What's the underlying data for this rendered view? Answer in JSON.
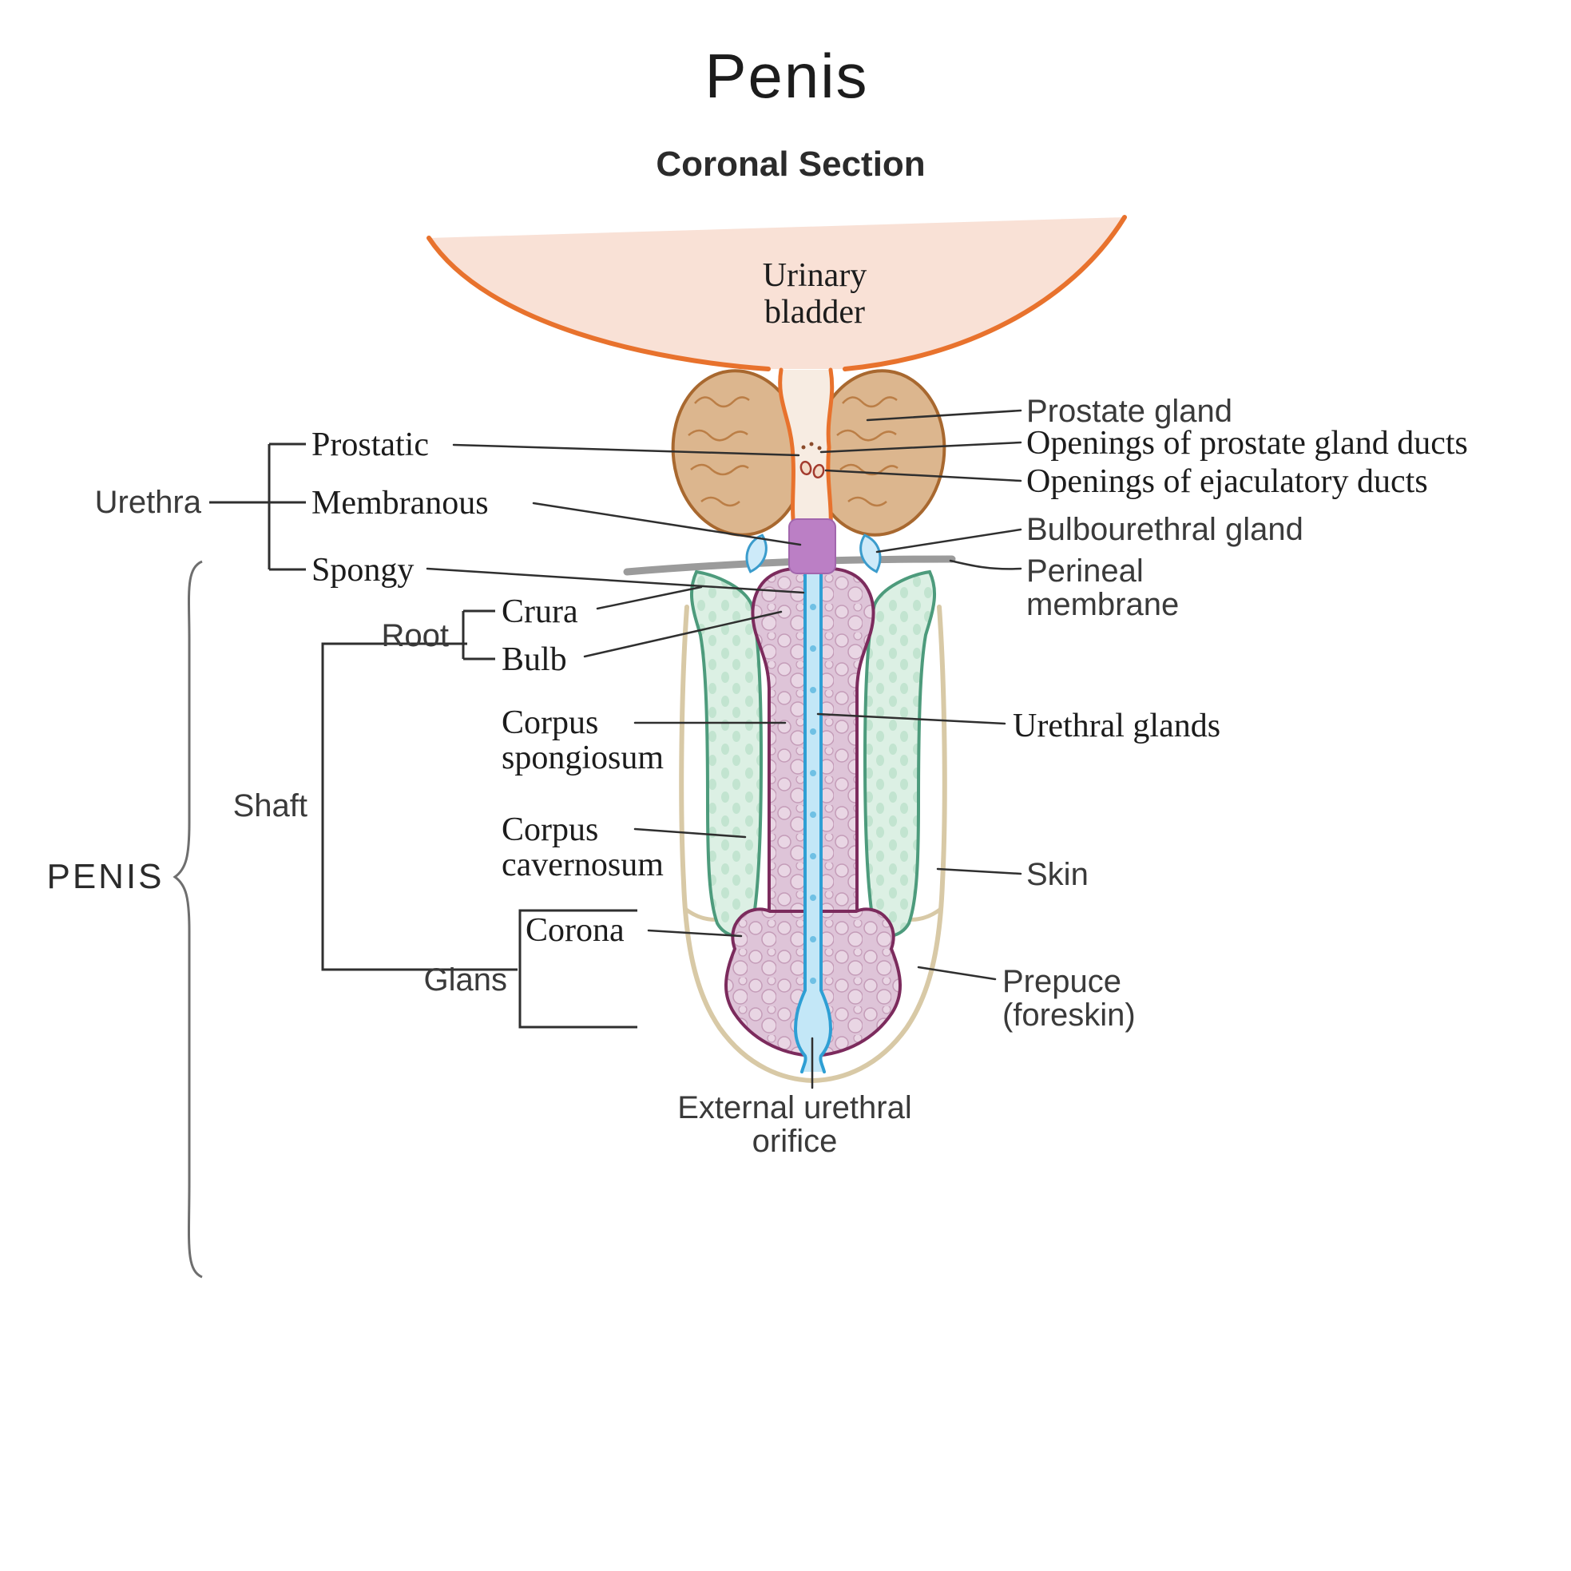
{
  "header": {
    "title": "Penis",
    "subtitle": "Coronal Section"
  },
  "labels": {
    "urinary_bladder_l1": "Urinary",
    "urinary_bladder_l2": "bladder",
    "prostate_gland": "Prostate gland",
    "openings_prostate_ducts": "Openings of prostate gland ducts",
    "openings_ejaculatory_ducts": "Openings of ejaculatory ducts",
    "bulbourethral_gland": "Bulbourethral gland",
    "perineal_membrane_l1": "Perineal",
    "perineal_membrane_l2": "membrane",
    "urethral_glands": "Urethral glands",
    "skin": "Skin",
    "prepuce_l1": "Prepuce",
    "prepuce_l2": "(foreskin)",
    "external_urethral_orifice_l1": "External urethral",
    "external_urethral_orifice_l2": "orifice",
    "urethra": "Urethra",
    "prostatic": "Prostatic",
    "membranous": "Membranous",
    "spongy": "Spongy",
    "root": "Root",
    "crura": "Crura",
    "bulb": "Bulb",
    "corpus_spongiosum_l1": "Corpus",
    "corpus_spongiosum_l2": "spongiosum",
    "corpus_cavernosum_l1": "Corpus",
    "corpus_cavernosum_l2": "cavernosum",
    "corona": "Corona",
    "shaft": "Shaft",
    "glans": "Glans",
    "penis_group": "PENIS"
  },
  "colors": {
    "subtitle": "#7076b8",
    "bladder_fill": "#f9e1d6",
    "bladder_outline": "#e8722d",
    "prostate_fill": "#dcb68e",
    "prostate_outline": "#a8682f",
    "membranous_urethra": "#bb7fc5",
    "spongy_urethra_wall": "#2e9fd4",
    "spongy_urethra_fill": "#c3e7f7",
    "bulbourethral_fill": "#cdeaf9",
    "bulbourethral_outline": "#3b9ccc",
    "perineal_membrane": "#9b9b9b",
    "corpus_spongiosum_fill": "#dec4d8",
    "corpus_spongiosum_outline": "#7c2b5d",
    "corpus_cavernosum_fill": "#dcf0e4",
    "corpus_cavernosum_outline": "#4d9b7c",
    "skin_outline": "#d8c9a6"
  }
}
